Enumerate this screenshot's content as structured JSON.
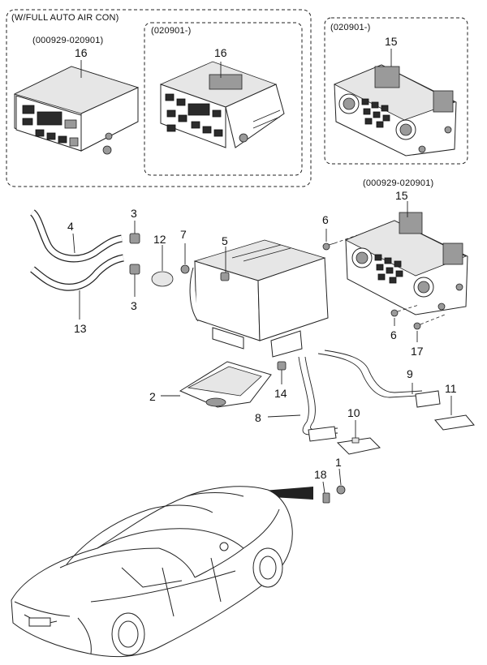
{
  "diagram": {
    "group_title": "(W/FULL AUTO AIR CON)",
    "date_codes": {
      "top_left": "(000929-020901)",
      "top_middle": "(020901-)",
      "top_right": "(020901-)",
      "mid_right": "(000929-020901)"
    },
    "callouts": {
      "c16a": "16",
      "c16b": "16",
      "c15a": "15",
      "c15b": "15",
      "c4": "4",
      "c3a": "3",
      "c3b": "3",
      "c12": "12",
      "c7": "7",
      "c5": "5",
      "c6a": "6",
      "c6b": "6",
      "c17": "17",
      "c13": "13",
      "c2": "2",
      "c14": "14",
      "c8": "8",
      "c9": "9",
      "c10": "10",
      "c11": "11",
      "c18": "18",
      "c1": "1"
    }
  }
}
